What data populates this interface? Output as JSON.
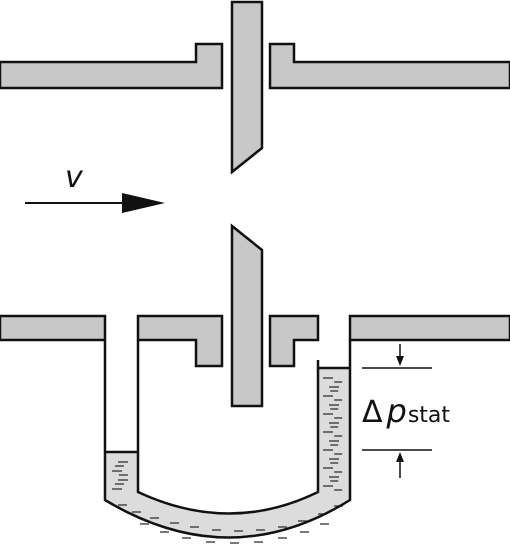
{
  "diagram": {
    "flow_label": "v",
    "pressure_label": {
      "delta": "Δ",
      "symbol": "p",
      "subscript": "stat"
    }
  },
  "colors": {
    "metal": "#c8c8c8",
    "outline": "#111111",
    "liquid": "#dcdcdc",
    "background": "#ffffff"
  }
}
